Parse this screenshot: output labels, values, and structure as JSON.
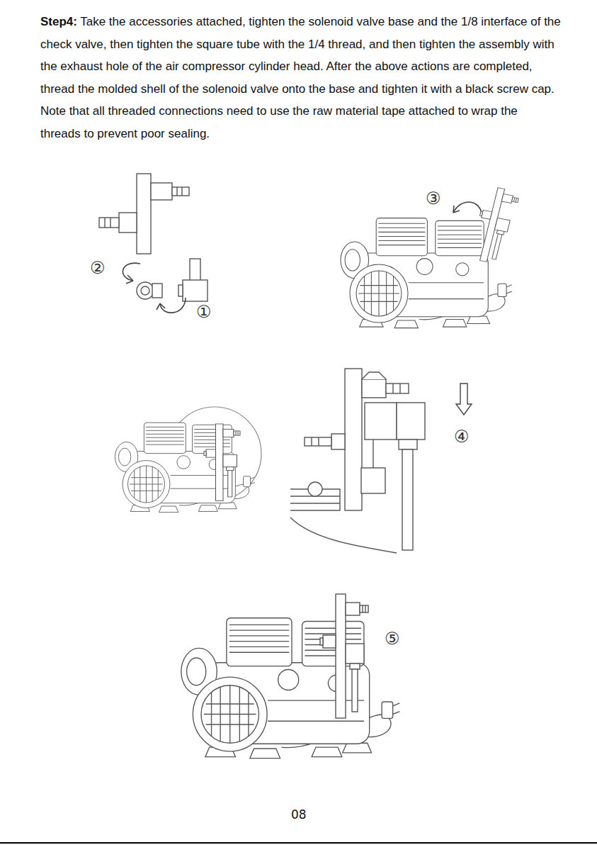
{
  "diagram": {
    "labels": [
      "Step4:",
      "Take the accessories attached, tighten the solenoid valve base and the 1/8 interface of the check valve, then tighten the square tube with the 1/4 thread, and then tighten the assembly with the exhaust hole of the air compressor cylinder head. After the above actions are completed, thread the molded shell of the solenoid valve onto the base and tighten it with a black screw cap. Note that all threaded connections need to use the raw material tape attached to wrap the threads to prevent poor sealing.",
      "②",
      "③",
      "①",
      "④",
      "⑤",
      "08"
    ]
  }
}
